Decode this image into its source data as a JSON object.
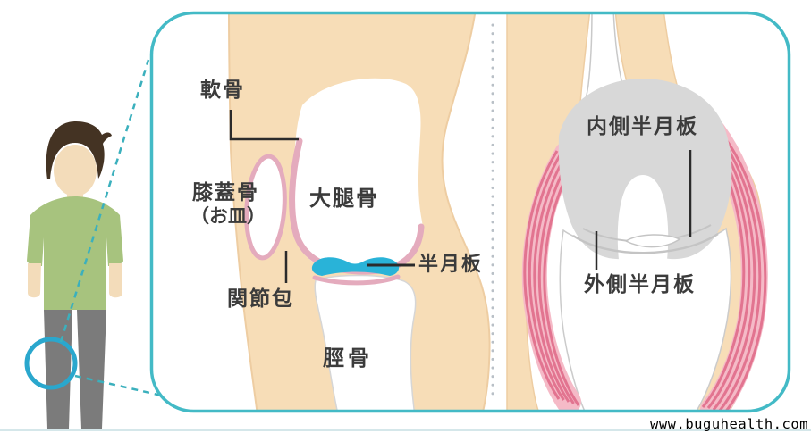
{
  "illustration": {
    "side_view": {
      "labels": {
        "cartilage": "軟骨",
        "patella": "膝蓋骨",
        "patella_alt": "（お皿）",
        "femur": "大腿骨",
        "meniscus": "半月板",
        "joint_capsule": "関節包",
        "tibia": "脛骨"
      }
    },
    "front_view": {
      "labels": {
        "medial_meniscus": "内側半月板",
        "lateral_meniscus": "外側半月板"
      }
    }
  },
  "watermark": "www.buguhealth.com",
  "colors": {
    "panel_border": "#43bac6",
    "highlight_circle": "#2aa7cd",
    "leader_dash": "#3bb0bd",
    "skin": "#f7ddb7",
    "skin_edge": "#eecda2",
    "cartilage_pink": "#e4abbd",
    "meniscus_cyan": "#29b3d8",
    "bone_white": "#ffffff",
    "bone_grey": "#d8d8d8",
    "ligament_pink_band": "#f5bac7",
    "ligament_pink_stripe": "#e27490",
    "hair_brown": "#443323",
    "shirt_green": "#a7c37e",
    "pants_grey": "#7b7b7b",
    "label_text": "#3b3b3b"
  }
}
